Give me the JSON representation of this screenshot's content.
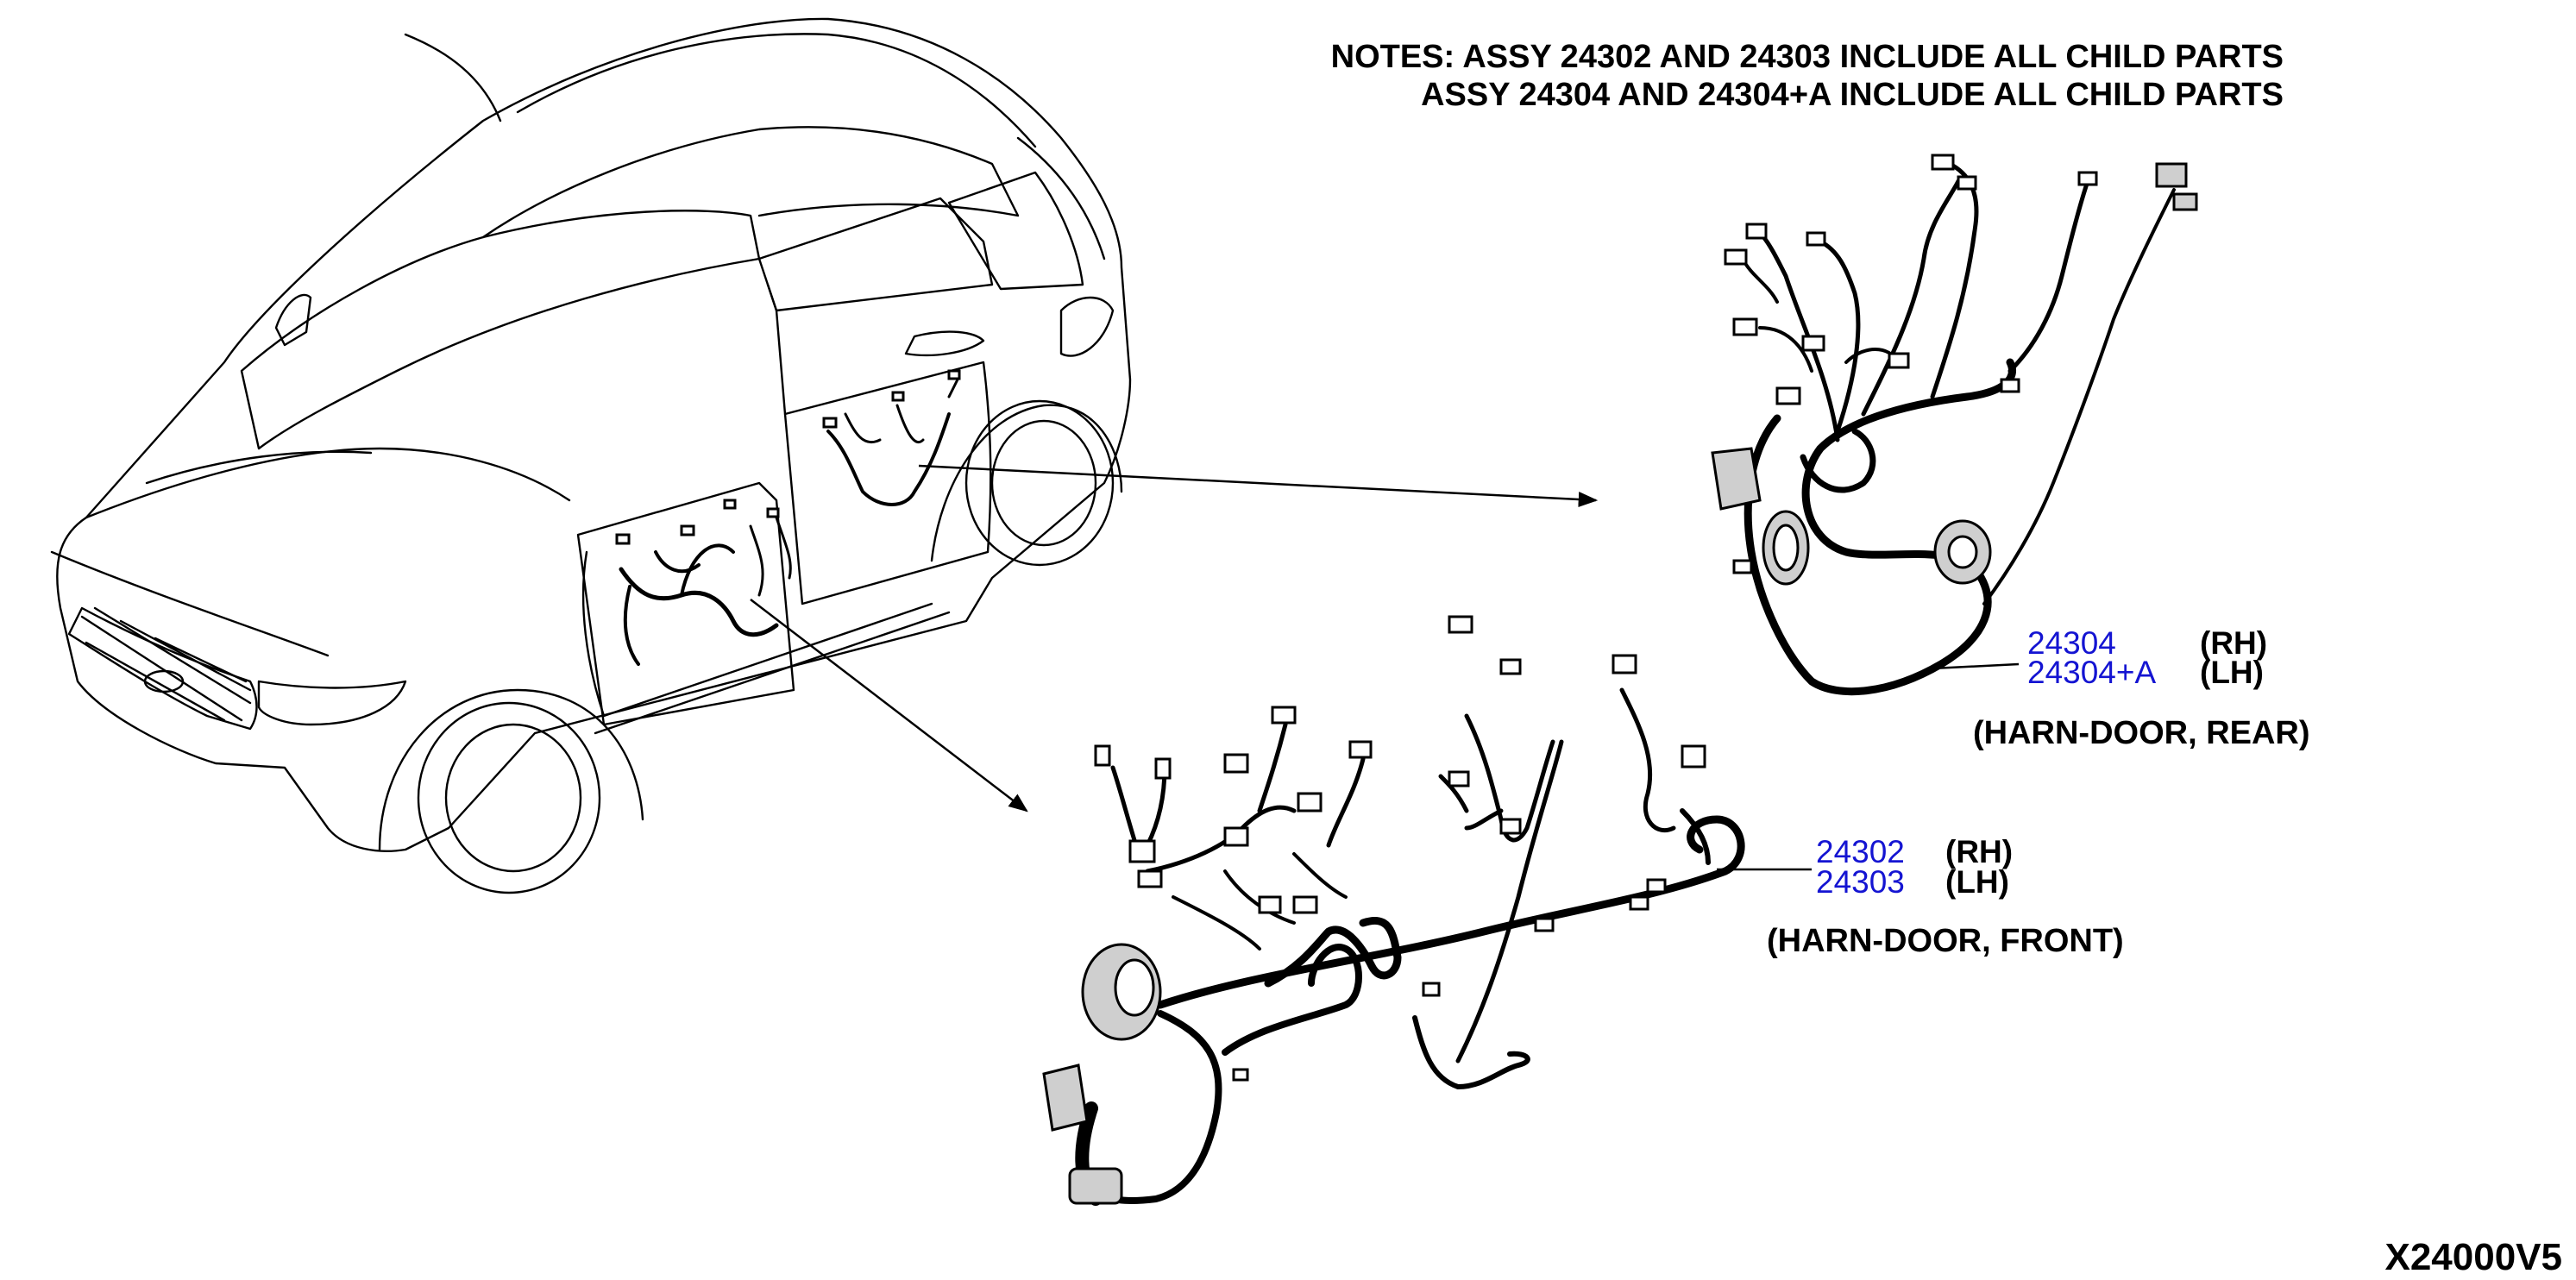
{
  "notes": {
    "line1": "NOTES: ASSY 24302 AND 24303 INCLUDE ALL CHILD PARTS",
    "line2": "ASSY 24304 AND 24304+A INCLUDE ALL CHILD PARTS"
  },
  "rear_harness": {
    "part_rh": "24304",
    "side_rh": "(RH)",
    "part_lh": "24304+A",
    "side_lh": "(LH)",
    "caption": "(HARN-DOOR, REAR)"
  },
  "front_harness": {
    "part_rh": "24302",
    "side_rh": "(RH)",
    "part_lh": "24303",
    "side_lh": "(LH)",
    "caption": "(HARN-DOOR, FRONT)"
  },
  "diagram_code": "X24000V5",
  "colors": {
    "part_link": "#1414d2",
    "ink": "#000000"
  }
}
